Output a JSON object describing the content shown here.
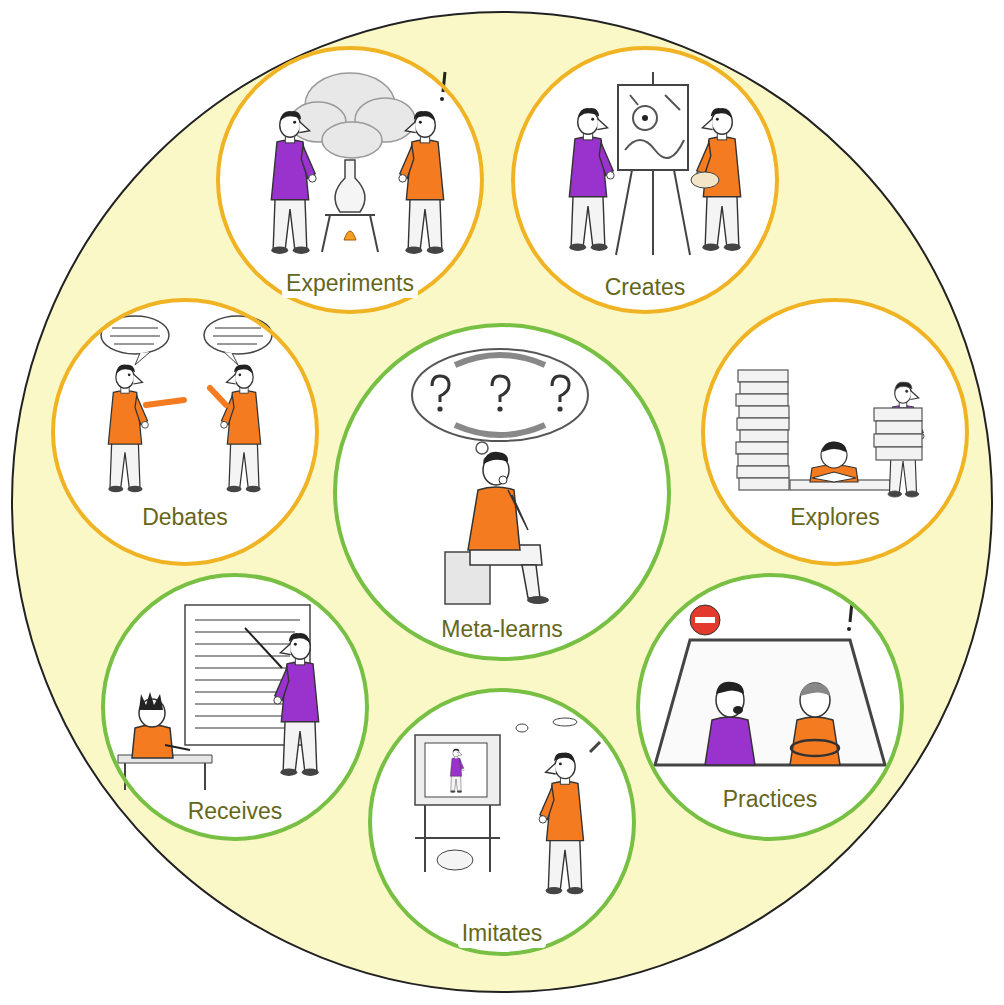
{
  "diagram": {
    "nodes": [
      {
        "text": [
          "Experiments"
        ]
      },
      {
        "text": [
          "Creates"
        ]
      },
      {
        "text": [
          "Debates"
        ]
      },
      {
        "text": [
          "Meta-learns"
        ]
      },
      {
        "text": [
          "Explores"
        ]
      },
      {
        "text": [
          "Receives"
        ]
      },
      {
        "text": [
          "Practices"
        ]
      },
      {
        "text": [
          "Imitates"
        ]
      }
    ]
  }
}
